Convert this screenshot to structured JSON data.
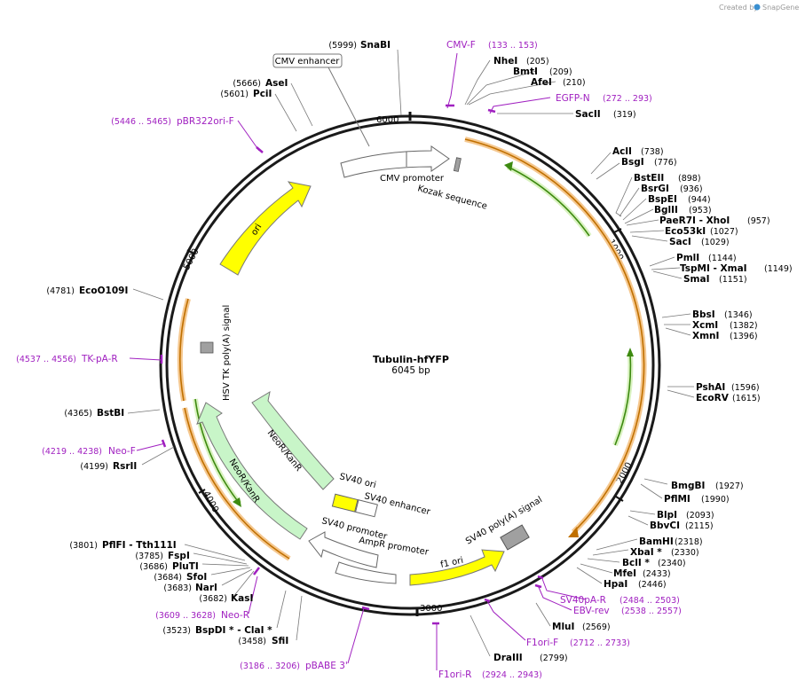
{
  "watermark": {
    "prefix": "Created by",
    "brand": "SnapGene"
  },
  "plasmid": {
    "name": "Tubulin-hfYFP",
    "length": "6045 bp"
  },
  "ruler": [
    "1000",
    "2000",
    "3000",
    "4000",
    "5000",
    "6000"
  ],
  "enzymes": [
    {
      "name": "SnaBI",
      "pos": "(5999)"
    },
    {
      "name": "NheI",
      "pos": "(205)"
    },
    {
      "name": "BmtI",
      "pos": "(209)"
    },
    {
      "name": "AfeI",
      "pos": "(210)"
    },
    {
      "name": "SacII",
      "pos": "(319)"
    },
    {
      "name": "AclI",
      "pos": "(738)"
    },
    {
      "name": "BsgI",
      "pos": "(776)"
    },
    {
      "name": "BstEII",
      "pos": "(898)"
    },
    {
      "name": "BsrGI",
      "pos": "(936)"
    },
    {
      "name": "BspEI",
      "pos": "(944)"
    },
    {
      "name": "BglII",
      "pos": "(953)"
    },
    {
      "name": "PaeR7I - XhoI",
      "pos": "(957)"
    },
    {
      "name": "Eco53kI",
      "pos": "(1027)"
    },
    {
      "name": "SacI",
      "pos": "(1029)"
    },
    {
      "name": "PmlI",
      "pos": "(1144)"
    },
    {
      "name": "TspMI - XmaI",
      "pos": "(1149)"
    },
    {
      "name": "SmaI",
      "pos": "(1151)"
    },
    {
      "name": "BbsI",
      "pos": "(1346)"
    },
    {
      "name": "XcmI",
      "pos": "(1382)"
    },
    {
      "name": "XmnI",
      "pos": "(1396)"
    },
    {
      "name": "PshAI",
      "pos": "(1596)"
    },
    {
      "name": "EcoRV",
      "pos": "(1615)"
    },
    {
      "name": "BmgBI",
      "pos": "(1927)"
    },
    {
      "name": "PflMI",
      "pos": "(1990)"
    },
    {
      "name": "BlpI",
      "pos": "(2093)"
    },
    {
      "name": "BbvCI",
      "pos": "(2115)"
    },
    {
      "name": "BamHI",
      "pos": "(2318)"
    },
    {
      "name": "XbaI *",
      "pos": "(2330)"
    },
    {
      "name": "BclI *",
      "pos": "(2340)"
    },
    {
      "name": "MfeI",
      "pos": "(2433)"
    },
    {
      "name": "HpaI",
      "pos": "(2446)"
    },
    {
      "name": "MluI",
      "pos": "(2569)"
    },
    {
      "name": "DraIII",
      "pos": "(2799)"
    },
    {
      "name": "SfiI",
      "pos": "(3458)"
    },
    {
      "name": "BspDI * - ClaI *",
      "pos": "(3523)"
    },
    {
      "name": "KasI",
      "pos": "(3682)"
    },
    {
      "name": "NarI",
      "pos": "(3683)"
    },
    {
      "name": "SfoI",
      "pos": "(3684)"
    },
    {
      "name": "PluTI",
      "pos": "(3686)"
    },
    {
      "name": "FspI",
      "pos": "(3785)"
    },
    {
      "name": "PflFI - Tth111I",
      "pos": "(3801)"
    },
    {
      "name": "RsrII",
      "pos": "(4199)"
    },
    {
      "name": "BstBI",
      "pos": "(4365)"
    },
    {
      "name": "EcoO109I",
      "pos": "(4781)"
    },
    {
      "name": "PciI",
      "pos": "(5601)"
    },
    {
      "name": "AseI",
      "pos": "(5666)"
    }
  ],
  "primers": [
    {
      "name": "CMV-F",
      "range": "(133 .. 153)"
    },
    {
      "name": "EGFP-N",
      "range": "(272 .. 293)"
    },
    {
      "name": "SV40pA-R",
      "range": "(2484 .. 2503)"
    },
    {
      "name": "EBV-rev",
      "range": "(2538 .. 2557)"
    },
    {
      "name": "F1ori-F",
      "range": "(2712 .. 2733)"
    },
    {
      "name": "F1ori-R",
      "range": "(2924 .. 2943)"
    },
    {
      "name": "pBABE 3'",
      "range": "(3186 .. 3206)"
    },
    {
      "name": "Neo-R",
      "range": "(3609 .. 3628)"
    },
    {
      "name": "Neo-F",
      "range": "(4219 .. 4238)"
    },
    {
      "name": "TK-pA-R",
      "range": "(4537 .. 4556)"
    },
    {
      "name": "pBR322ori-F",
      "range": "(5446 .. 5465)"
    }
  ],
  "features": {
    "cmv_enhancer": "CMV enhancer",
    "cmv_promoter": "CMV promoter",
    "kozak": "Kozak sequence",
    "ori": "ori",
    "hsv_tk": "HSV TK poly(A) signal",
    "neokanr_1": "NeoR/KanR",
    "neokanr_2": "NeoR/KanR",
    "sv40_ori": "SV40 ori",
    "sv40_enh": "SV40 enhancer",
    "sv40_prom": "SV40 promoter",
    "ampr_prom": "AmpR promoter",
    "f1_ori": "f1 ori",
    "sv40_polya": "SV40 poly(A) signal"
  },
  "colors": {
    "backbone": "#1a1a1a",
    "primer": "#a020c0",
    "ori": "#ffff00",
    "neokanr": "#c8f5c8",
    "orf_orange": "#f5c890",
    "orf_green": "#50a020",
    "feature_gray": "#a0a0a0"
  }
}
